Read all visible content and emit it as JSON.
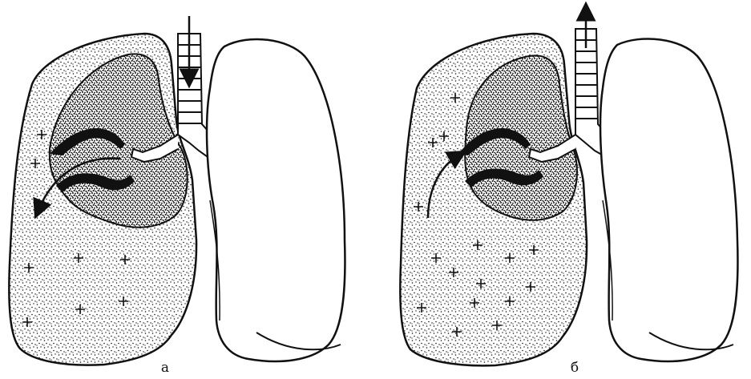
{
  "figure": {
    "panels": [
      {
        "label": "а",
        "airflow": "inhalation"
      },
      {
        "label": "б",
        "airflow": "exhalation"
      }
    ],
    "colors": {
      "ink": "#111111",
      "stipple": "#1a1a1a",
      "background": "#ffffff"
    }
  }
}
